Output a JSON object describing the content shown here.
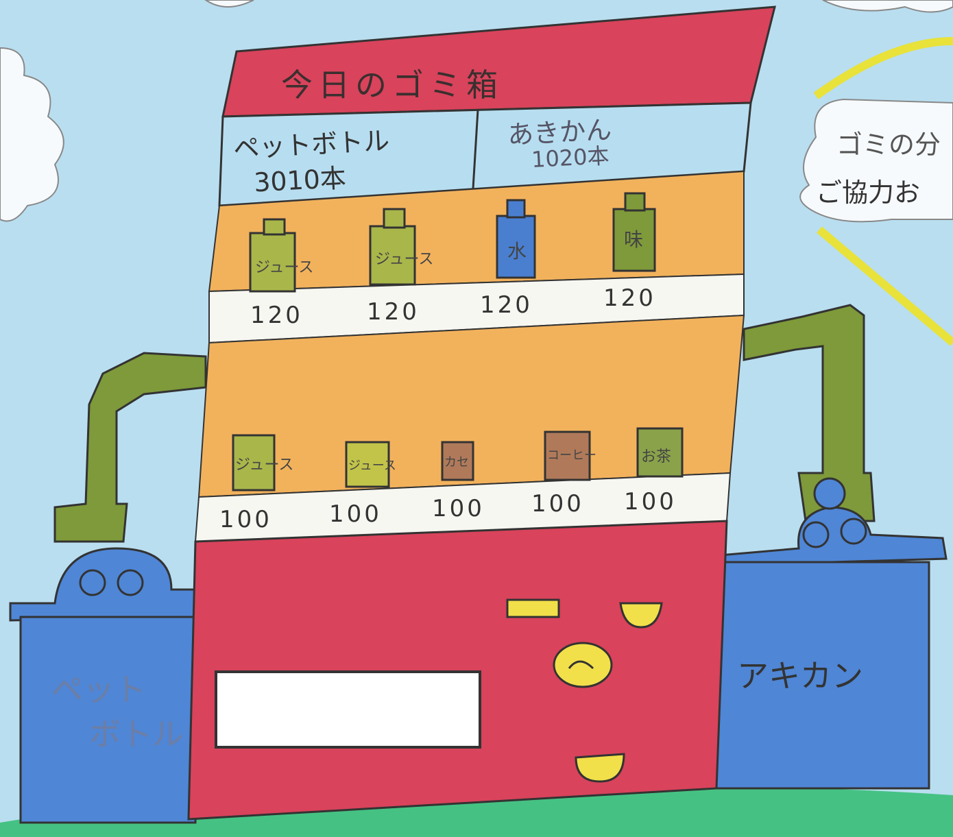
{
  "machine": {
    "title": "今日のゴミ箱",
    "counters": [
      {
        "label": "ペットボトル",
        "count": "3010本"
      },
      {
        "label": "あきかん",
        "count": "1020本"
      }
    ],
    "top_row": [
      {
        "label": "ジュース",
        "price": "120",
        "color": "#a9b64a"
      },
      {
        "label": "ジュース",
        "price": "120",
        "color": "#a9b64a"
      },
      {
        "label": "水",
        "price": "120",
        "color": "#4a7fd0"
      },
      {
        "label": "味",
        "price": "120",
        "color": "#7f9a3a"
      }
    ],
    "bottom_row": [
      {
        "label": "ジュース",
        "price": "100",
        "color": "#a9b64a"
      },
      {
        "label": "ジュース",
        "price": "100",
        "color": "#c2c44a"
      },
      {
        "label": "カセ",
        "price": "100",
        "color": "#b07a5a"
      },
      {
        "label": "コーヒー",
        "price": "100",
        "color": "#b07a5a"
      },
      {
        "label": "お茶",
        "price": "100",
        "color": "#8aa24a"
      }
    ]
  },
  "bins": {
    "left_label_line1": "ペット",
    "left_label_line2": "ボトル",
    "right_label": "アキカン"
  },
  "speech_bubble": {
    "line1": "ゴミの分",
    "line2": "ご協力お"
  },
  "colors": {
    "machine_red": "#d9435b",
    "shelf_orange": "#f2b25c",
    "bin_blue": "#4f86d6",
    "arm_green": "#7e9a3a",
    "sky_blue": "#a9d6ea",
    "ground_green": "#3cbf7a",
    "sun_yellow": "#f2ea3a"
  }
}
